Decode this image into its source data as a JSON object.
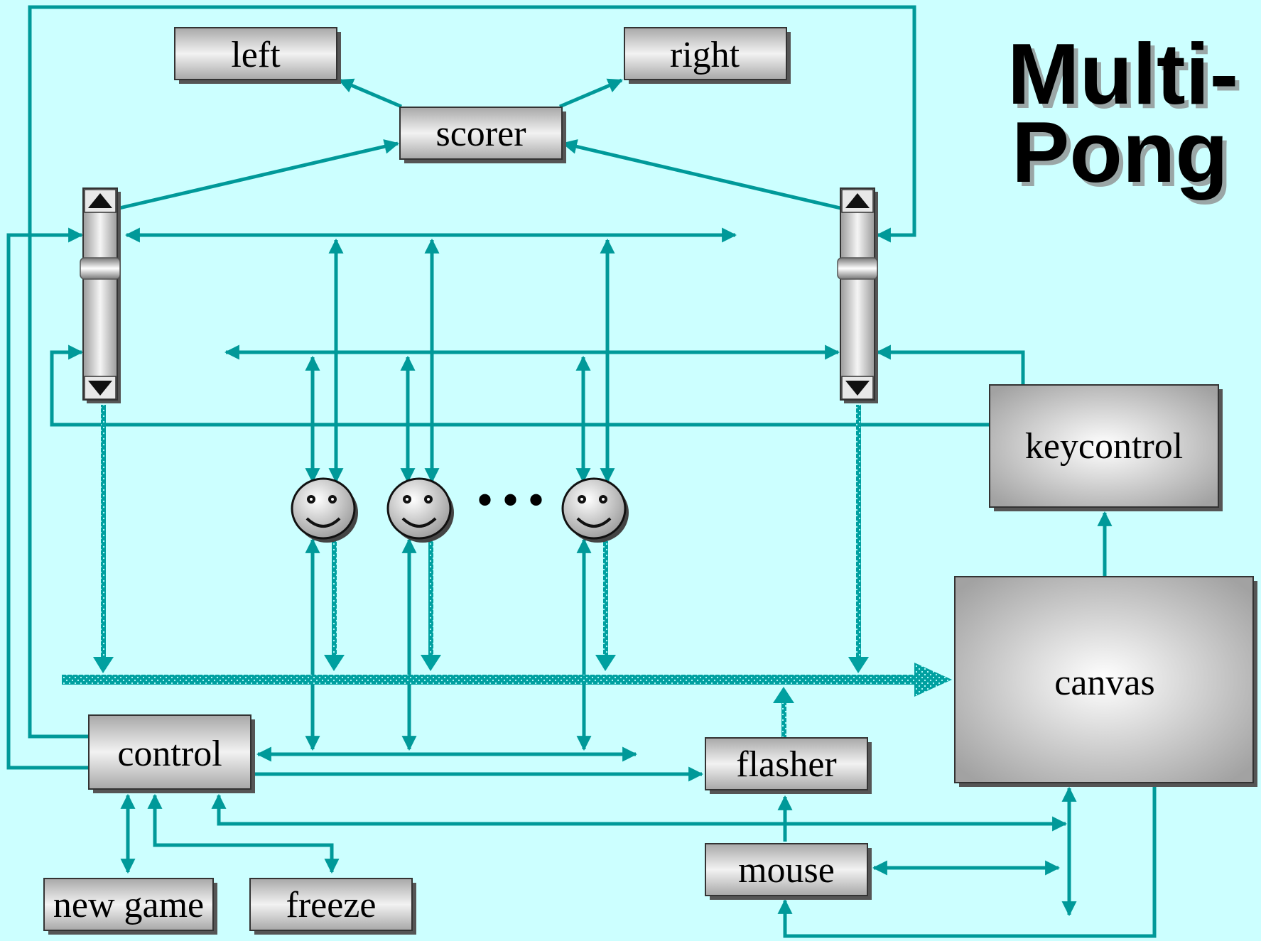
{
  "title": {
    "line1": "Multi-",
    "line2": "Pong"
  },
  "boxes": {
    "left": "left",
    "right": "right",
    "scorer": "scorer",
    "keycontrol": "keycontrol",
    "canvas": "canvas",
    "control": "control",
    "flasher": "flasher",
    "mouse": "mouse",
    "new_game": "new game",
    "freeze": "freeze"
  },
  "ellipsis": "• • •",
  "icons": {
    "scrollbar": "scrollbar-icon",
    "ball": "smiley-face-icon"
  },
  "colors": {
    "background": "#ccffff",
    "arrow": "#009999",
    "box_fill": "#d4d4d4"
  }
}
